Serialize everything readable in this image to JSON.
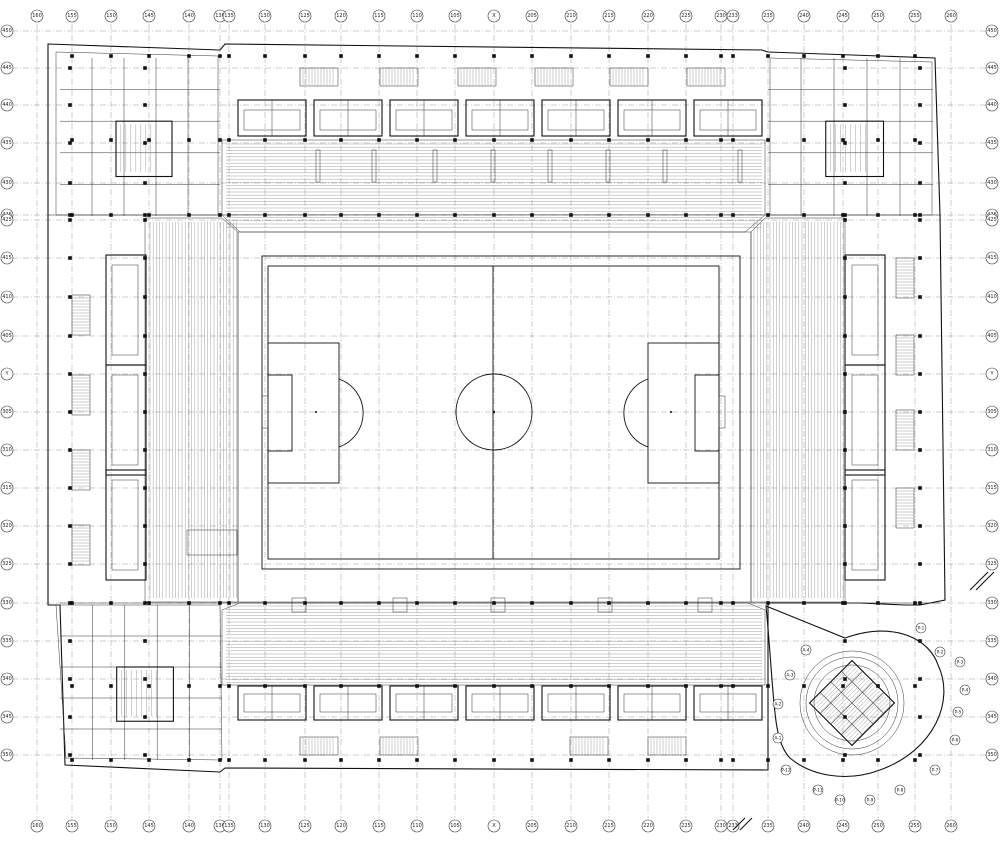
{
  "drawing": {
    "grid_top": [
      "160",
      "155",
      "150",
      "145",
      "140",
      "136",
      "135",
      "130",
      "125",
      "120",
      "115",
      "110",
      "105",
      "X",
      "205",
      "210",
      "215",
      "220",
      "225",
      "230",
      "233",
      "235",
      "240",
      "245",
      "250",
      "255",
      "260"
    ],
    "grid_bottom": [
      "160",
      "155",
      "150",
      "145",
      "140",
      "136",
      "135",
      "130",
      "125",
      "120",
      "115",
      "110",
      "105",
      "X",
      "205",
      "210",
      "215",
      "220",
      "225",
      "230",
      "233",
      "235",
      "240",
      "245",
      "250",
      "255",
      "260"
    ],
    "grid_left": [
      "450",
      "445",
      "440",
      "435",
      "430",
      "426",
      "425",
      "415",
      "410",
      "405",
      "Y",
      "305",
      "310",
      "315",
      "320",
      "325",
      "330",
      "335",
      "340",
      "345",
      "350"
    ],
    "grid_right": [
      "450",
      "445",
      "440",
      "435",
      "430",
      "426",
      "425",
      "415",
      "410",
      "405",
      "Y",
      "305",
      "310",
      "315",
      "320",
      "325",
      "330",
      "335",
      "340",
      "345",
      "350"
    ],
    "stair_tower_tags": [
      "P-1",
      "P-2",
      "P-3",
      "P-4",
      "P-5",
      "P-6",
      "P-7",
      "P-8",
      "P-9",
      "P-10",
      "P-11",
      "P-12",
      "A-1",
      "A-2",
      "A-3",
      "A-4"
    ]
  }
}
